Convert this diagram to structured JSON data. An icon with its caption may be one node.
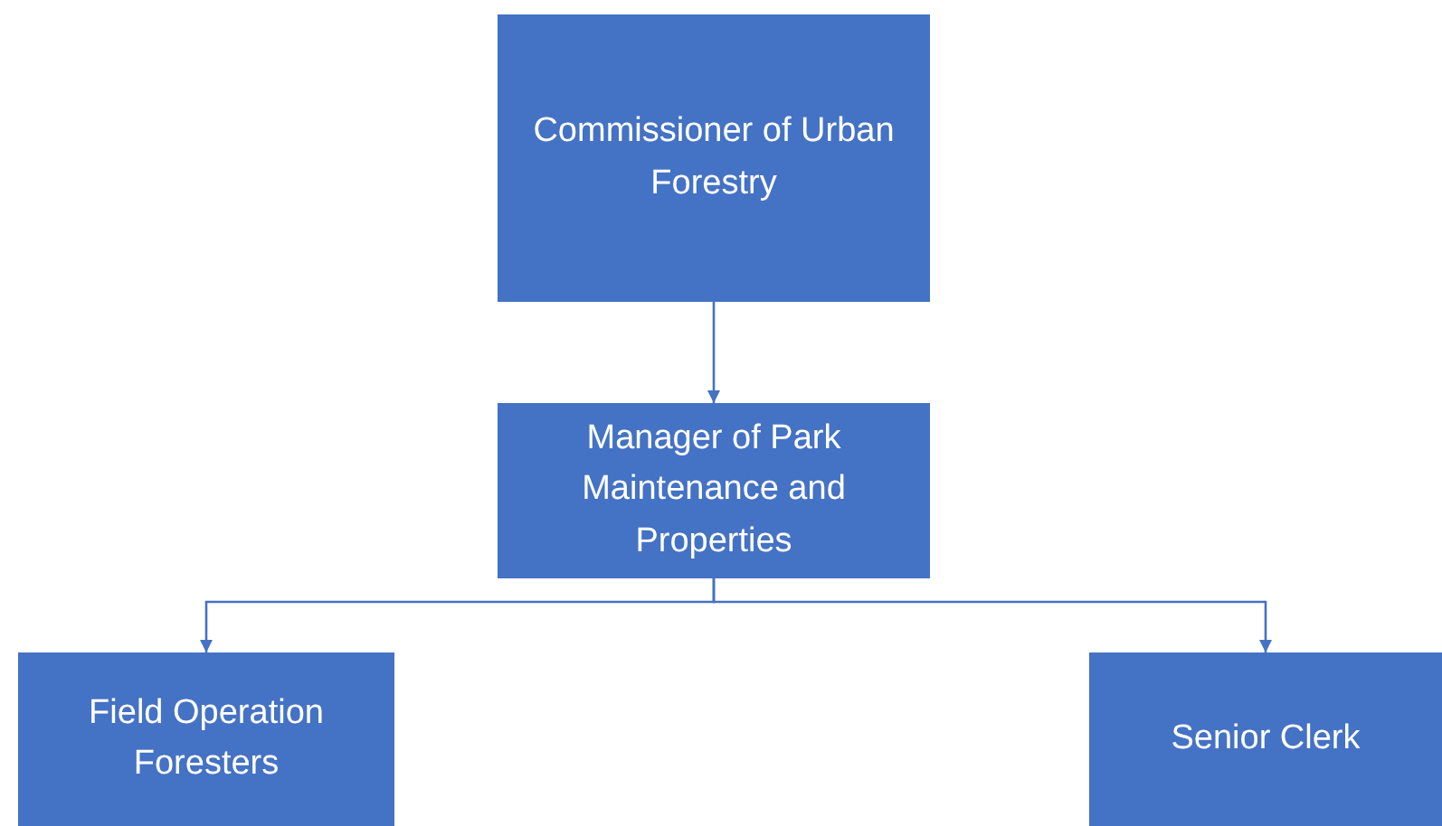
{
  "diagram": {
    "nodes": [
      {
        "text": [
          "Commissioner of Urban Forestry"
        ]
      },
      {
        "text": [
          "Manager of Park Maintenance and Properties"
        ]
      },
      {
        "text": [
          "Field Operation Foresters"
        ]
      },
      {
        "text": [
          "Senior Clerk"
        ]
      }
    ],
    "edges": [
      {
        "from": 0,
        "to": 1,
        "arrow": "to"
      },
      {
        "from": 1,
        "to": 2,
        "arrow": "to"
      },
      {
        "from": 1,
        "to": 3,
        "arrow": "to"
      }
    ]
  }
}
